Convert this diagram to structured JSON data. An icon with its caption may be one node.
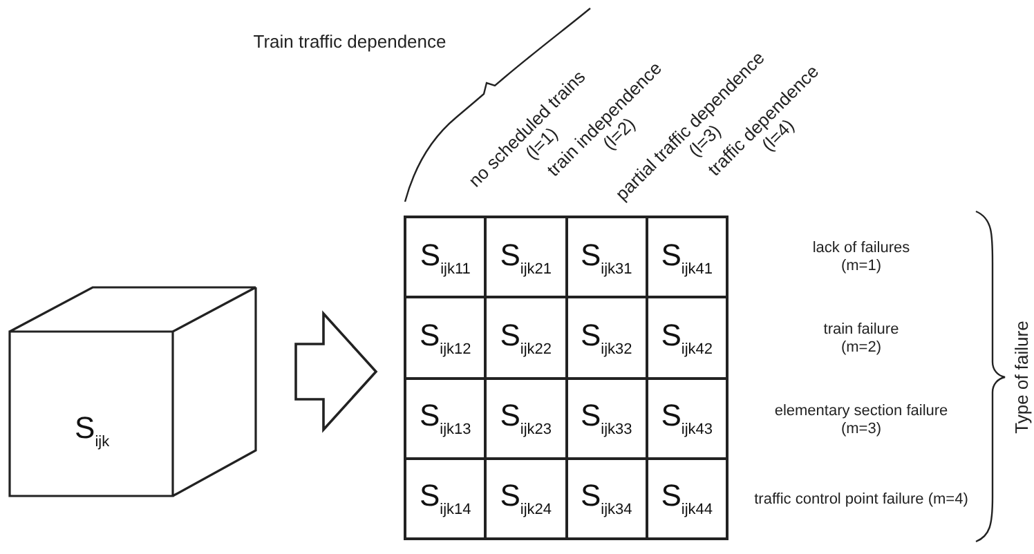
{
  "diagram": {
    "nodes": [
      {
        "text": [
          "S$_{ijk}$"
        ]
      },
      {
        "text": [],
        "shape": "box"
      },
      {
        "text": [
          "S$_{ijk11}$"
        ],
        "in": 1
      },
      {
        "text": [
          "S$_{ijk21}$"
        ],
        "in": 1
      },
      {
        "text": [
          "S$_{ijk31}$"
        ],
        "in": 1
      },
      {
        "text": [
          "S$_{ijk41}$"
        ],
        "in": 1
      },
      {
        "text": [
          "S$_{ijk12}$"
        ],
        "in": 1
      },
      {
        "text": [
          "S$_{ijk22}$"
        ],
        "in": 1
      },
      {
        "text": [
          "S$_{ijk32}$"
        ],
        "in": 1
      },
      {
        "text": [
          "S$_{ijk42}$"
        ],
        "in": 1
      },
      {
        "text": [
          "S$_{ijk13}$"
        ],
        "in": 1
      },
      {
        "text": [
          "S$_{ijk23}$"
        ],
        "in": 1
      },
      {
        "text": [
          "S$_{ijk33}$"
        ],
        "in": 1
      },
      {
        "text": [
          "S$_{ijk43}$"
        ],
        "in": 1
      },
      {
        "text": [
          "S$_{ijk14}$"
        ],
        "in": 1
      },
      {
        "text": [
          "S$_{ijk24}$"
        ],
        "in": 1
      },
      {
        "text": [
          "S$_{ijk34}$"
        ],
        "in": 1
      },
      {
        "text": [
          "S$_{ijk44}$"
        ],
        "in": 1
      }
    ],
    "edges": [
      {
        "from": 0,
        "to": 1,
        "arrow": "to",
        "style": "thick"
      }
    ],
    "labels": [
      "Train traffic dependence",
      "no scheduled trains (l=1)",
      "train independence (l=2)",
      "partial traffic dependence (l=3)",
      "traffic dependence (l=4)",
      "lack of failures (m=1)",
      "train failure (m=2)",
      "elementary section failure (m=3)",
      "traffic control point failure (m=4)",
      "Type of failure"
    ]
  }
}
